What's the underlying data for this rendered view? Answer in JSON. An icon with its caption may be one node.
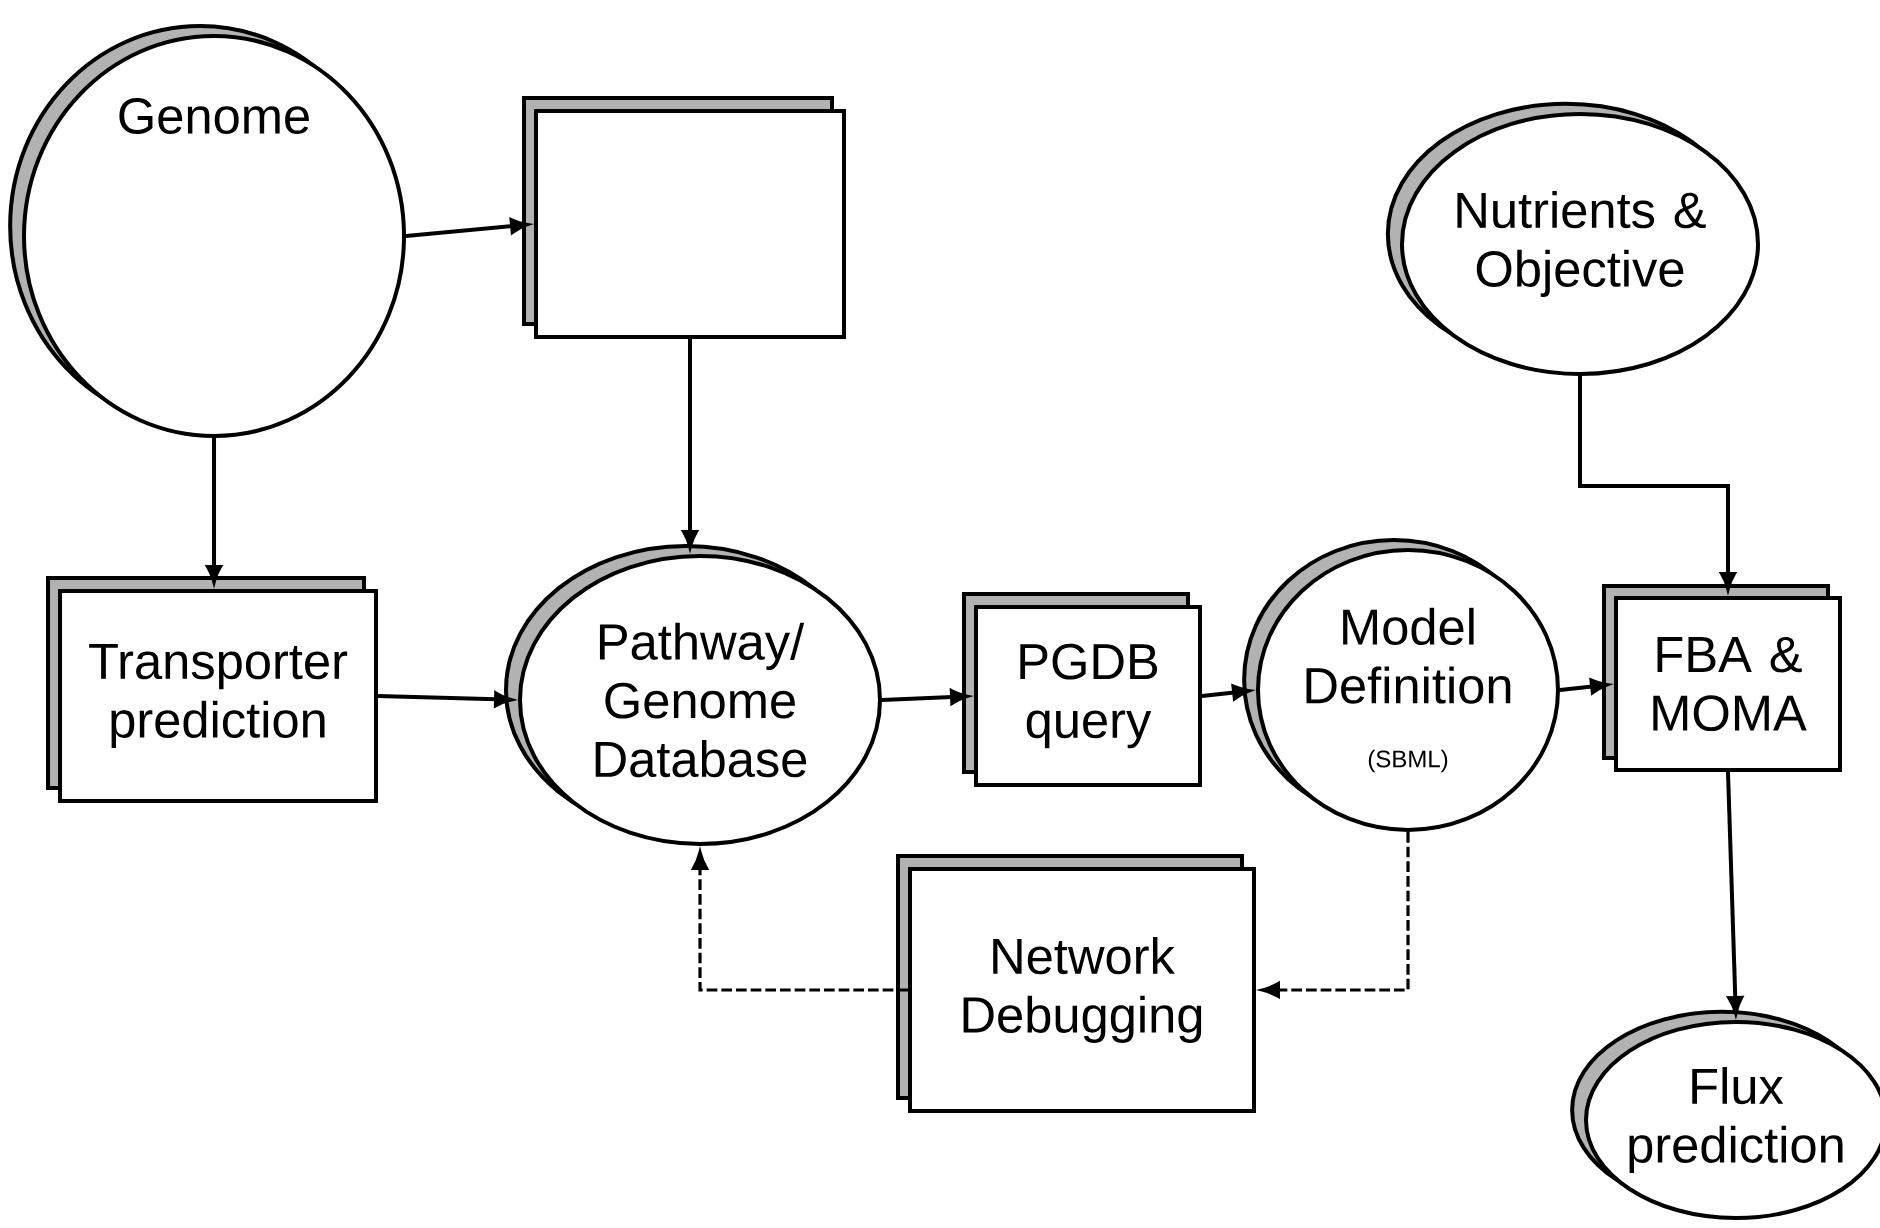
{
  "diagram": {
    "nodes": [
      {
        "text": [
          "Genome"
        ]
      },
      {
        "text": [],
        "shape": "box"
      },
      {
        "text": [
          "Transporter prediction"
        ]
      },
      {
        "text": [
          "Pathway/ Genome Database"
        ]
      },
      {
        "text": [
          "PGDB query"
        ]
      },
      {
        "text": [
          "Model Definition",
          "(SBML)"
        ]
      },
      {
        "text": [
          "FBA & MOMA"
        ]
      },
      {
        "text": [
          "Nutrients & Objective"
        ]
      },
      {
        "text": [
          "Network Debugging"
        ]
      },
      {
        "text": [
          "Flux prediction"
        ]
      }
    ],
    "edges": [
      {
        "from": 0,
        "to": 1,
        "arrow": "to"
      },
      {
        "from": 0,
        "to": 2,
        "arrow": "to"
      },
      {
        "from": 1,
        "to": 3,
        "arrow": "to"
      },
      {
        "from": 2,
        "to": 3,
        "arrow": "to"
      },
      {
        "from": 3,
        "to": 4,
        "arrow": "to"
      },
      {
        "from": 4,
        "to": 5,
        "arrow": "to"
      },
      {
        "from": 5,
        "to": 6,
        "arrow": "to"
      },
      {
        "from": 7,
        "to": 6,
        "arrow": "to"
      },
      {
        "from": 6,
        "to": 9,
        "arrow": "to"
      },
      {
        "from": 5,
        "to": 8,
        "arrow": "to",
        "style": "dashed"
      },
      {
        "from": 8,
        "to": 3,
        "arrow": "to",
        "style": "dashed"
      }
    ]
  }
}
